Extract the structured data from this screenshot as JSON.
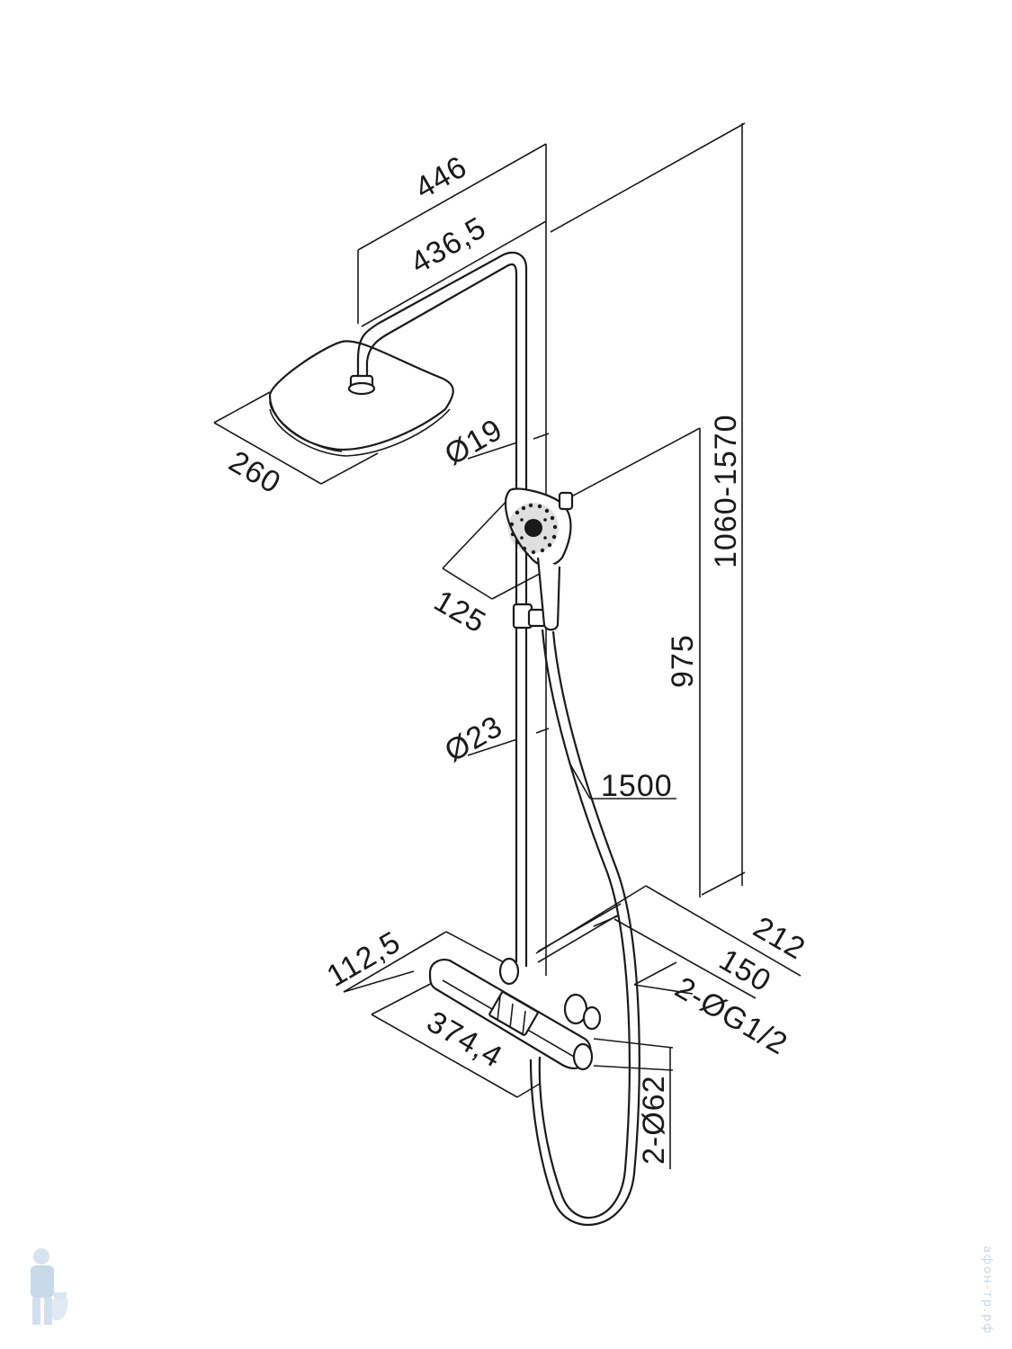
{
  "dimensions": {
    "d446": "446",
    "d436": "436,5",
    "d260": "260",
    "d19": "Ø19",
    "d125": "125",
    "d1060": "1060-1570",
    "d975": "975",
    "d23": "Ø23",
    "d1500": "1500",
    "d212": "212",
    "d150": "150",
    "dg12": "2-ØG1/2",
    "d112": "112,5",
    "d374": "374,4",
    "d62": "2-Ø62"
  },
  "watermark": "афон-тр.рф",
  "colors": {
    "line": "#1a1a1a",
    "background": "#ffffff",
    "watermark": "#c9d6e3"
  },
  "icons": {
    "mascot": "plumber-mascot-icon"
  }
}
